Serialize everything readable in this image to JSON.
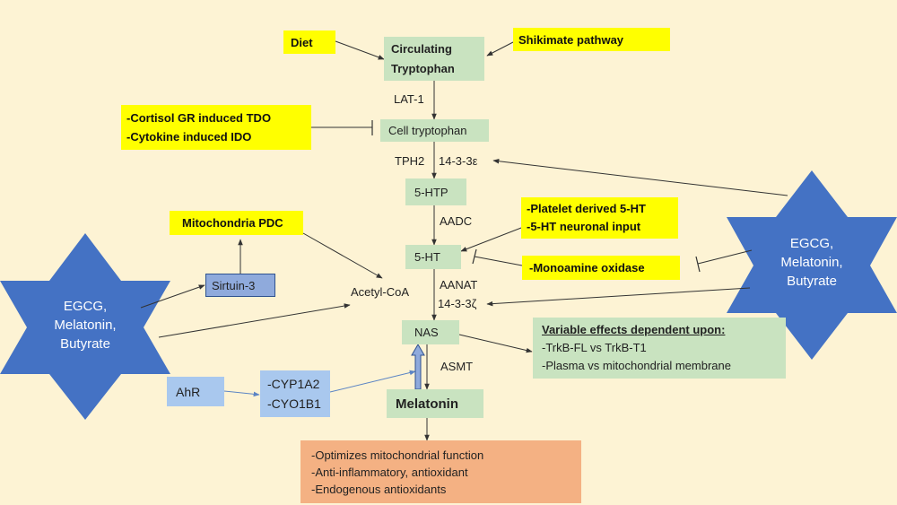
{
  "colors": {
    "background": "#fdf3d4",
    "green_box": "#c9e3c0",
    "yellow_box": "#ffff00",
    "star": "#4472c4",
    "blue_box": "#a9c8ee",
    "sirtuin_box": "#8faadc",
    "outcome_box": "#f4b183"
  },
  "nodes": {
    "diet": "Diet",
    "shikimate": "Shikimate pathway",
    "circulating_1": "Circulating",
    "circulating_2": "Tryptophan",
    "lat1": "LAT-1",
    "cortisol": "-Cortisol GR induced TDO",
    "cytokine": "-Cytokine induced IDO",
    "cell_tryptophan": "Cell tryptophan",
    "tph2": "TPH2",
    "epsilon": "14-3-3ε",
    "htp": "5-HTP",
    "aadc": "AADC",
    "platelet": "-Platelet derived 5-HT",
    "neuronal": "-5-HT neuronal input",
    "mito_pdc": "Mitochondria PDC",
    "ht": "5-HT",
    "mao": "-Monoamine oxidase",
    "sirtuin": "Sirtuin-3",
    "acetyl": "Acetyl-CoA",
    "aanat": "AANAT",
    "zeta": "14-3-3ζ",
    "nas": "NAS",
    "asmt": "ASMT",
    "ahr": "AhR",
    "cyp1": "-CYP1A2",
    "cyp2": "-CYO1B1",
    "melatonin": "Melatonin"
  },
  "stars": {
    "left": [
      "EGCG,",
      "Melatonin,",
      "Butyrate"
    ],
    "right": [
      "EGCG,",
      "Melatonin,",
      "Butyrate"
    ]
  },
  "variable_effects": {
    "heading": "Variable effects dependent upon:",
    "items": [
      "-TrkB-FL vs TrkB-T1",
      "-Plasma vs mitochondrial membrane"
    ]
  },
  "outcomes": {
    "items": [
      "-Optimizes mitochondrial function",
      "-Anti-inflammatory, antioxidant",
      "-Endogenous antioxidants"
    ]
  }
}
